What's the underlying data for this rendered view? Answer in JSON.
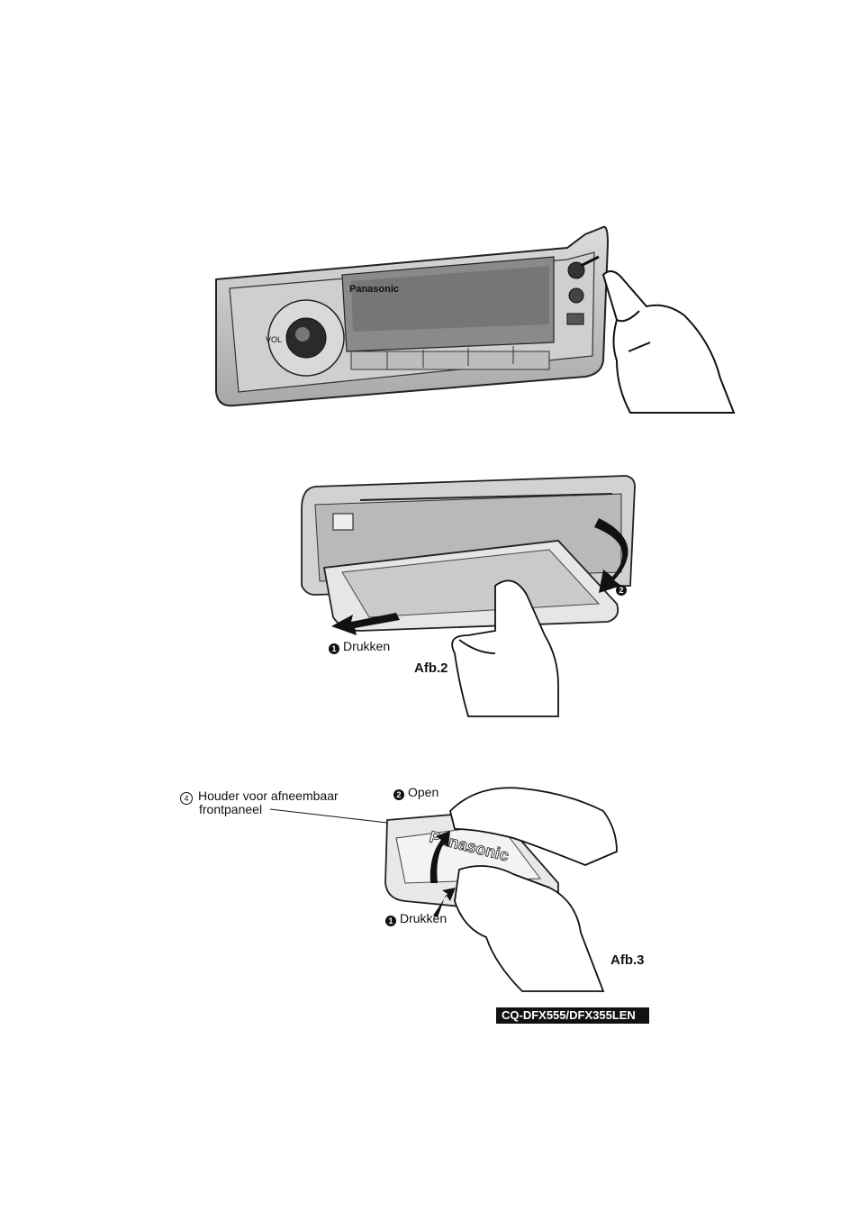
{
  "fig1": {
    "brand_text": "Panasonic",
    "vol_text": "VOL"
  },
  "fig2": {
    "step1_num": "1",
    "step1_label": "Drukken",
    "step2_num": "2",
    "caption": "Afb.2"
  },
  "fig3": {
    "callout_num": "4",
    "callout_line1": "Houder voor afneembaar",
    "callout_line2": "frontpaneel",
    "step2_num": "2",
    "step2_label": "Open",
    "step1_num": "1",
    "step1_label": "Drukken",
    "case_brand": "Panasonic",
    "caption": "Afb.3"
  },
  "footer": {
    "model": "CQ-DFX555/DFX355LEN"
  }
}
